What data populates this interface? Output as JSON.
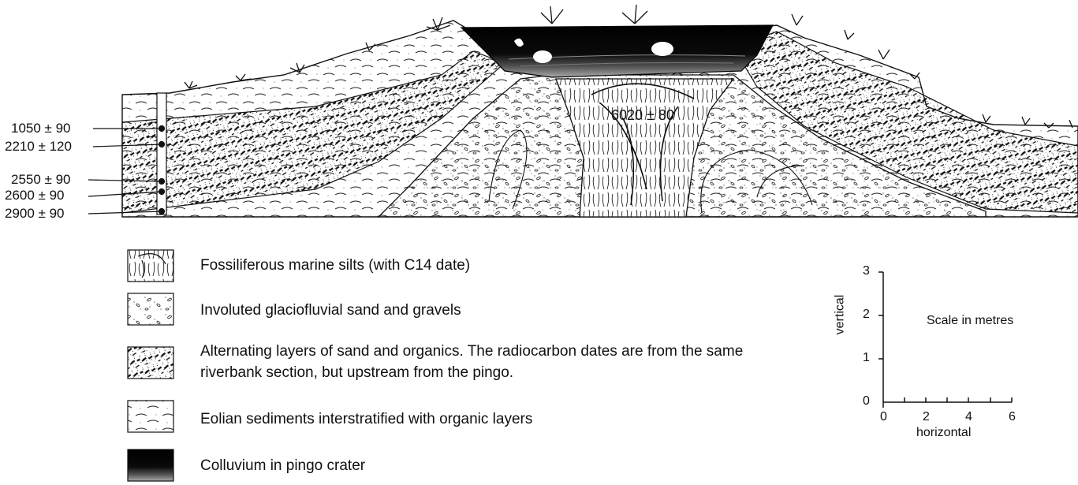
{
  "core_dates": [
    "1050 ± 90",
    "2210 ± 120",
    "2550 ± 90",
    "2600 ± 90",
    "2900 ± 90"
  ],
  "crater_date": "6020 ± 80",
  "legend": [
    {
      "key": "marine",
      "text": "Fossiliferous marine silts (with C14 date)"
    },
    {
      "key": "glacio",
      "text": "Involuted glaciofluvial sand and gravels"
    },
    {
      "key": "alternating",
      "text": "Alternating layers of sand and organics. The radiocarbon dates are from the same riverbank section, but upstream from the pingo."
    },
    {
      "key": "eolian",
      "text": "Eolian sediments interstratified with organic layers"
    },
    {
      "key": "colluvium",
      "text": "Colluvium in pingo crater"
    }
  ],
  "scale": {
    "title": "Scale in metres",
    "vertical_label": "vertical",
    "horizontal_label": "horizontal",
    "vertical_ticks": [
      "0",
      "1",
      "2",
      "3"
    ],
    "horizontal_ticks": [
      "0",
      "2",
      "4",
      "6"
    ]
  }
}
